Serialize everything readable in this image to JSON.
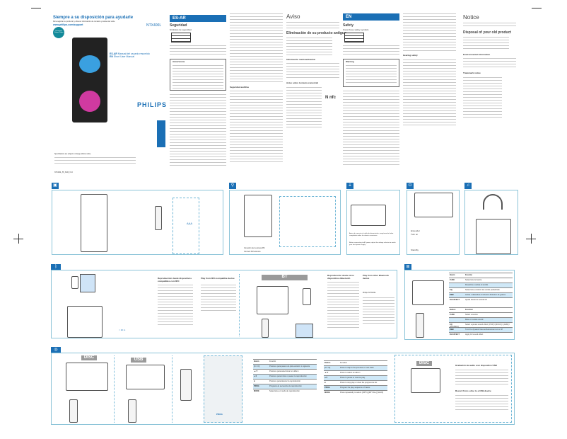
{
  "cover": {
    "title": "Siempre a su disposición para ayudarle",
    "subtitle": "Para registrar su producto y obtener información de contacto y asistencia visite",
    "url": "www.philips.com/support",
    "model": "NTX400L",
    "badge": "Questions? Contact Philips",
    "brand": "PHILIPS",
    "lang_es": "ES-AR",
    "manual_es": "Manual del usuario resumido",
    "lang_en": "EN",
    "manual_en": "Short User Manual",
    "legal": "Specifications are subject to change without notice.",
    "code": "NTX400L_55_SUM_V1.0"
  },
  "es": {
    "lang": "ES-AR",
    "section": "Seguridad",
    "subsection": "Símbolos de seguridad",
    "warning_title": "Advertencia",
    "safety_heading": "Seguridad auditiva",
    "notice": "Aviso",
    "disposal": "Eliminación de su producto antiguo",
    "environment": "Información medioambiental",
    "trademark": "Aviso sobre la marca comercial"
  },
  "en": {
    "lang": "EN",
    "section": "Safety",
    "subsection": "Know these safety symbols",
    "warning_title": "Warning",
    "hearing": "Hearing safety",
    "notice": "Notice",
    "disposal": "Disposal of your old product",
    "environment": "Environmental information",
    "trademark": "Trademark notice"
  },
  "setup": {
    "battery": "AAA",
    "fm_es": "Conexión de la antena FM",
    "fm_en": "Connect FM antenna",
    "power_es": "Antes de conectar el cable de alimentación, asegúrese de haber completado todas las demás conexiones.",
    "power_en": "Before connecting to AC power, adjust the voltage selector to match your local power supply.",
    "on_es": "Encender",
    "on_en": "Turn on",
    "standby": "Standby"
  },
  "bluetooth": {
    "display": "BT",
    "es_title": "Reproducción desde dispositivos compatibles con NFC",
    "en_title": "Play from NFC-compatible device",
    "es_bt_title": "Reproducción desde otros dispositivos Bluetooth",
    "en_bt_title": "Play from other Bluetooth device",
    "device_name": "Philips NTX400L",
    "range": "< 10 m"
  },
  "functions": {
    "es_headers": [
      "Botón",
      "Función"
    ],
    "en_headers": [
      "Button",
      "Function"
    ],
    "es_rows": [
      [
        "FUNC",
        "Selecciona la fuente"
      ],
      [
        "",
        "Desactiva o activa el sonido"
      ],
      [
        "EQ",
        "Selecciona el efecto de sonido predefinido"
      ],
      [
        "DBB",
        "Activa o desactiva el refuerzo dinámico de graves"
      ],
      [
        "DJ EFFECT",
        "Ajusta efecto de sonido DJ"
      ]
    ],
    "en_rows": [
      [
        "FUNC",
        "Select a source"
      ],
      [
        "",
        "Mute or restore sound"
      ],
      [
        "EQ",
        "Select a preset sound effect: [POP] / [ROCK] / [JAZZ] / [CLASSIC]"
      ],
      [
        "DBB",
        "Turn the dynamic bass enhancement on or off"
      ],
      [
        "DJ EFFECT",
        "Apply DJ sound effect"
      ]
    ]
  },
  "disc_usb": {
    "disc": "DISC",
    "usb": "USB",
    "prog": "PROG",
    "es_rows": [
      [
        "Botón",
        "Función"
      ],
      [
        "|<< >>|",
        "Presione para pasar a la pista anterior o siguiente"
      ],
      [
        "▲/▼",
        "Presione para seleccionar un álbum"
      ],
      [
        "►II",
        "Presione para iniciar o pausar la reproducción"
      ],
      [
        "■",
        "Presione para detener la reproducción"
      ],
      [
        "PROG",
        "Programa la secuencia de reproducción"
      ],
      [
        "MODE",
        "Selecciona un modo de reproducción"
      ]
    ],
    "en_rows": [
      [
        "Button",
        "Function"
      ],
      [
        "|<< >>|",
        "Press to skip to the previous or next track"
      ],
      [
        "▲/▼",
        "Press to select an album"
      ],
      [
        "►II",
        "Press to pause or resume play"
      ],
      [
        "■",
        "Press to stop play or clear the programme list"
      ],
      [
        "PROG",
        "Program the play sequence of tracks"
      ],
      [
        "MODE",
        "Press repeatedly to select: [RPT1] [RPT ALL] [SHUF]"
      ]
    ],
    "rec_es": "Grabación de audio a un dispositivo USB",
    "rec_en": "Record from a disc to a USB device"
  }
}
